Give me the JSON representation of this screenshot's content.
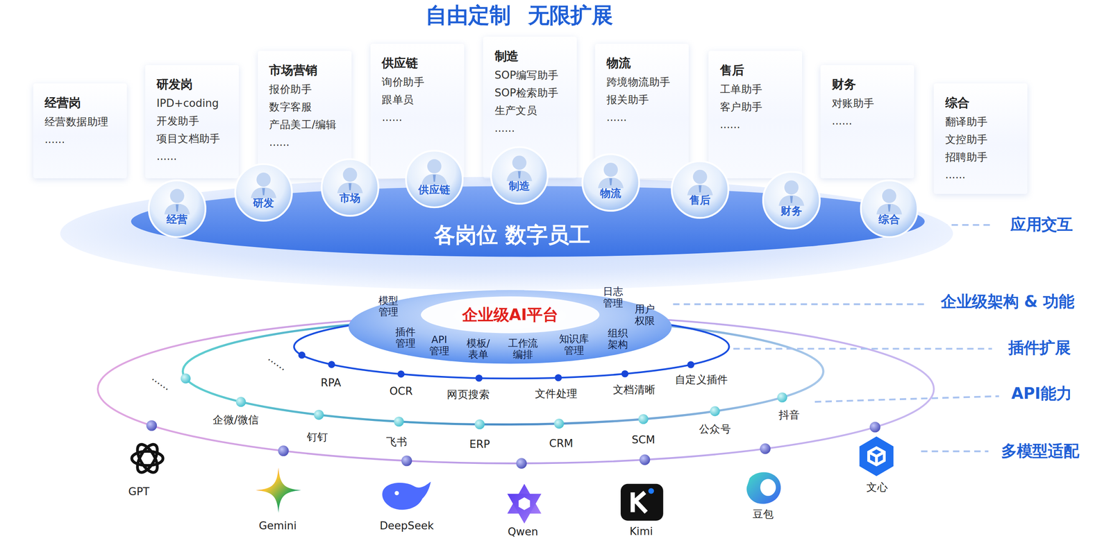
{
  "diagram": {
    "title": "自由定制 无限扩展",
    "nodes": [
      {
        "text": [
          "经营岗",
          "经营数据助理",
          "......"
        ]
      },
      {
        "text": [
          "研发岗",
          "IPD+coding开发助手",
          "项目文档助手",
          "......"
        ]
      },
      {
        "text": [
          "市场营销",
          "报价助手",
          "数字客服",
          "产品美工/编辑",
          "......"
        ]
      },
      {
        "text": [
          "供应链",
          "询价助手",
          "跟单员",
          "......"
        ]
      },
      {
        "text": [
          "制造",
          "SOP编写助手",
          "SOP检索助手",
          "生产文员",
          "......"
        ]
      },
      {
        "text": [
          "物流",
          "跨境物流助手",
          "报关助手",
          "......"
        ]
      },
      {
        "text": [
          "售后",
          "工单助手",
          "客户助手",
          "......"
        ]
      },
      {
        "text": [
          "财务",
          "对账助手",
          "......"
        ]
      },
      {
        "text": [
          "综合",
          "翻译助手",
          "文控助手",
          "招聘助手",
          "......"
        ]
      },
      {
        "text": [
          "经营"
        ]
      },
      {
        "text": [
          "研发"
        ]
      },
      {
        "text": [
          "市场"
        ]
      },
      {
        "text": [
          "供应链"
        ]
      },
      {
        "text": [
          "制造"
        ]
      },
      {
        "text": [
          "物流"
        ]
      },
      {
        "text": [
          "售后"
        ]
      },
      {
        "text": [
          "财务"
        ]
      },
      {
        "text": [
          "综合"
        ]
      },
      {
        "text": [
          "各岗位 数字员工"
        ]
      },
      {
        "text": [
          "企业级AI平台",
          "模型管理",
          "日志管理",
          "用户权限",
          "插件管理",
          "API管理",
          "模板/表单",
          "工作流编排",
          "知识库管理",
          "组织架构"
        ]
      }
    ],
    "edges": [
      {
        "from": 19,
        "to": 18,
        "arrow": "to"
      }
    ],
    "labels": [
      "应用交互",
      "企业级架构 & 功能",
      "插件扩展",
      "API能力",
      "多模型适配",
      "......",
      "RPA",
      "OCR",
      "网页搜索",
      "文件处理",
      "文档清晰",
      "自定义插件",
      "......",
      "企微/微信",
      "钉钉",
      "飞书",
      "ERP",
      "CRM",
      "SCM",
      "公众号",
      "抖音",
      "GPT",
      "Gemini",
      "DeepSeek",
      "Qwen",
      "Kimi",
      "豆包",
      "文心"
    ]
  }
}
